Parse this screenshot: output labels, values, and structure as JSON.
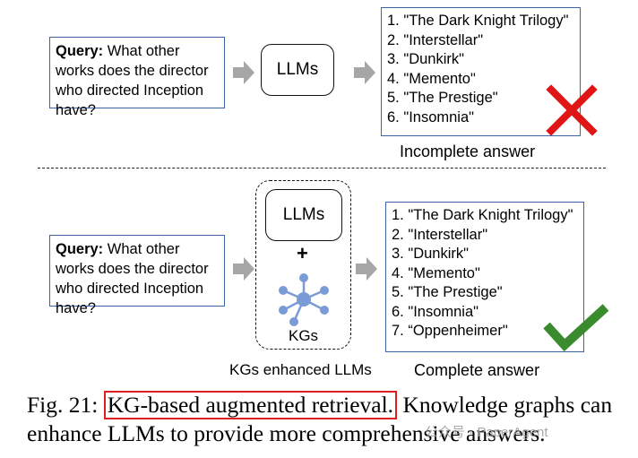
{
  "top": {
    "query_label": "Query:",
    "query_text": " What other works does the director who directed Inception have?",
    "llm_label": "LLMs",
    "answers": [
      "1. \"The Dark Knight Trilogy\"",
      "2. \"Interstellar\"",
      "3. \"Dunkirk\"",
      "4. \"Memento\"",
      "5. \"The Prestige\"",
      "6. \"Insomnia\""
    ],
    "answer_caption": "Incomplete answer",
    "status_icon": "red-cross-icon",
    "status_color": "#e01515"
  },
  "bottom": {
    "query_label": "Query:",
    "query_text": " What other works does the director who directed Inception have?",
    "llm_label": "LLMs",
    "plus": "+",
    "kg_label": "KGs",
    "group_caption": "KGs enhanced LLMs",
    "answers": [
      "1. \"The Dark Knight Trilogy\"",
      "2. \"Interstellar\"",
      "3. \"Dunkirk\"",
      "4. \"Memento\"",
      "5. \"The Prestige\"",
      "6. \"Insomnia\"",
      "7. “Oppenheimer\""
    ],
    "answer_caption": "Complete answer",
    "status_icon": "green-check-icon",
    "status_color": "#3a8a2e",
    "kg_color": "#7b9bd6"
  },
  "caption": {
    "prefix": "Fig. 21: ",
    "highlight": "KG-based augmented retrieval.",
    "rest_line1": " Knowledge graphs can",
    "line2": "enhance LLMs to provide more comprehensive answers."
  },
  "watermark": "公众号 · PaperAgent",
  "colors": {
    "box_border": "#3b63a6",
    "arrow": "#a6a6a6",
    "highlight_border": "#e02020"
  }
}
